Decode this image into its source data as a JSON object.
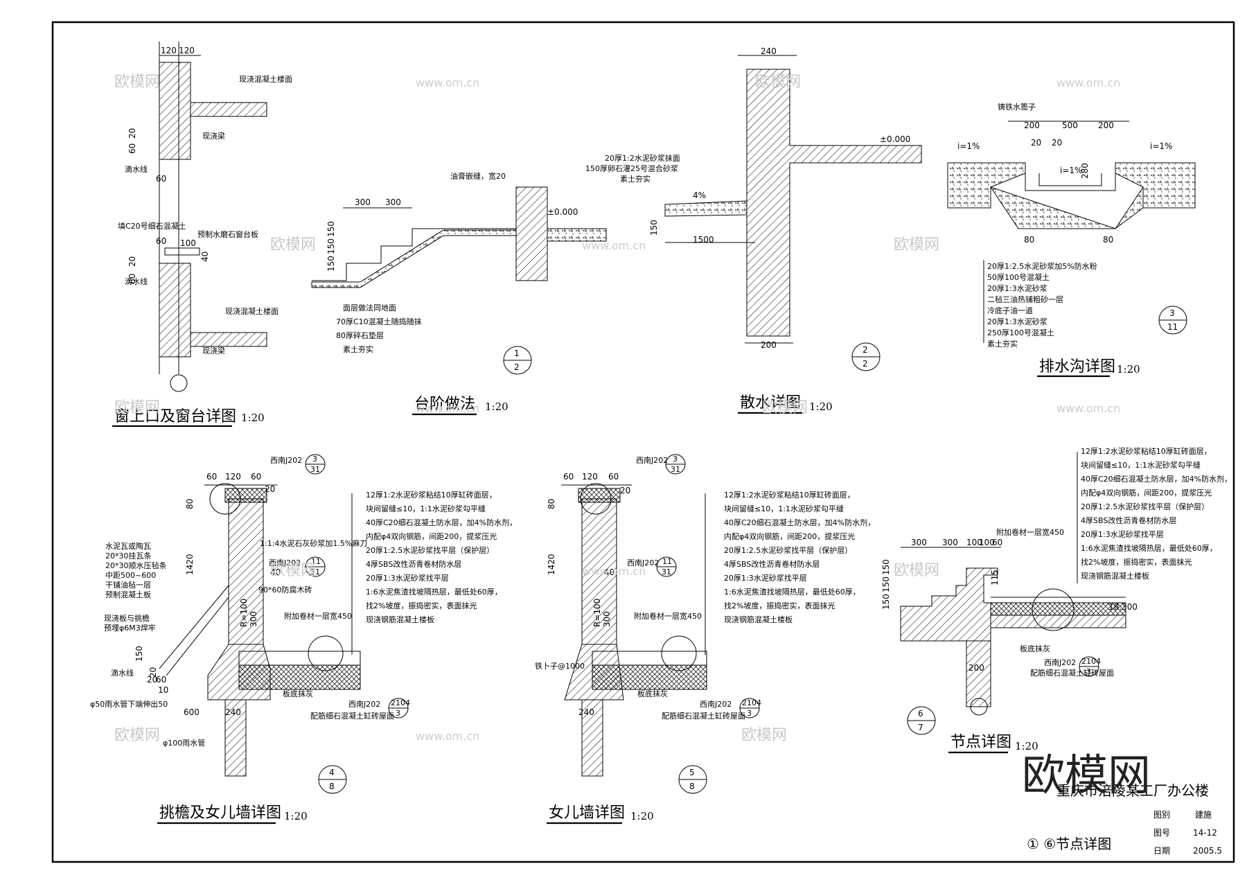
{
  "watermark": {
    "site": "www.om.cn",
    "cn": "欧模网",
    "brand": "欧模网"
  },
  "details": {
    "window": {
      "title": "窗上口及窗台详图",
      "scale": "1:20",
      "dims": [
        "120",
        "120",
        "60",
        "20",
        "60",
        "60",
        "100",
        "20",
        "60",
        "40"
      ],
      "notes": [
        "现浇混凝土楼面",
        "现浇梁",
        "滴水线",
        "填C20号细石混凝土",
        "预制水磨石窗台板",
        "滴水线",
        "现浇混凝土楼面",
        "现浇梁"
      ]
    },
    "steps": {
      "title": "台阶做法",
      "scale": "1:20",
      "sym_top": "1",
      "sym_bottom": "2",
      "dims": [
        "300",
        "300",
        "150",
        "150",
        "150",
        "±0.000"
      ],
      "top_note": "油膏嵌缝，宽20",
      "notes": [
        "面层做法同地面",
        "70厚C10混凝土随捣随抹",
        "80厚碎石垫层",
        "素土夯实"
      ]
    },
    "apron": {
      "title": "散水详图",
      "scale": "1:20",
      "sym_top": "2",
      "sym_bottom": "2",
      "dims": [
        "240",
        "±0.000",
        "4%",
        "150",
        "1500",
        "200"
      ],
      "notes": [
        "20厚1:2水泥砂浆抹面",
        "150厚卵石灌25号混合砂浆",
        "素土夯实"
      ]
    },
    "drain": {
      "title": "排水沟详图",
      "scale": "1:20",
      "sym_top": "3",
      "sym_bottom": "11",
      "top_note": "铸铁水篦子",
      "dims": [
        "200",
        "500",
        "200",
        "20",
        "20",
        "280",
        "i=1%",
        "i=1%",
        "i=1%",
        "80",
        "80"
      ],
      "notes": [
        "20厚1:2.5水泥砂浆加5%防水粉",
        "50厚100号混凝土",
        "20厚1:3水泥砂浆",
        "二毡三油热铺粗砂一层",
        "冷底子油一道",
        "20厚1:3水泥砂浆",
        "250厚100号混凝土",
        "素土夯实"
      ]
    },
    "eave": {
      "title": "挑檐及女儿墙详图",
      "scale": "1:20",
      "sym_top": "4",
      "sym_bottom": "8",
      "dims": [
        "60",
        "120",
        "60",
        "20",
        "80",
        "1420",
        "20",
        "150",
        "20",
        "60",
        "10",
        "600",
        "240",
        "R=100",
        "300",
        "40"
      ],
      "refs": [
        {
          "label": "西南J202",
          "top": "3",
          "bottom": "31"
        },
        {
          "label": "西南J202",
          "top": "11",
          "bottom": "31"
        },
        {
          "label": "西南J202",
          "top": "2104",
          "bottom": "3"
        }
      ],
      "left_notes": [
        "水泥瓦或陶瓦",
        "20*30挂瓦条",
        "20*30顺水压毡条",
        "中距500~600",
        "干铺油毡一层",
        "预制混凝土板",
        "现浇板与挑檐",
        "预埋φ6M3焊牢",
        "滴水线",
        "φ50雨水管下端伸出50",
        "φ100雨水管"
      ],
      "mid_notes": [
        "1:1:4水泥石灰砂浆加1.5%麻刀",
        "90*60防腐木砖",
        "附加卷材一层宽450",
        "板底抹灰",
        "配筋细石混凝土缸砖屋面"
      ],
      "layers": [
        "12厚1:2水泥砂浆粘结10厚缸砖面层，",
        "块间留缝≤10，1:1水泥砂浆勾平缝",
        "40厚C20细石混凝土防水层，加4%防水剂，",
        "内配φ4双向钢筋，间距200，提浆压光",
        "20厚1:2.5水泥砂浆找平层（保护层）",
        "4厚SBS改性沥青卷材防水层",
        "20厚1:3水泥砂浆找平层",
        "1:6水泥焦渣找坡隔热层，最低处60厚，",
        "找2%坡度，振捣密实，表面抹光",
        "现浇钢筋混凝土楼板"
      ]
    },
    "parapet": {
      "title": "女儿墙详图",
      "scale": "1:20",
      "sym_top": "5",
      "sym_bottom": "8",
      "dims": [
        "60",
        "120",
        "60",
        "20",
        "80",
        "1420",
        "R=100",
        "300",
        "40",
        "240"
      ],
      "refs": [
        {
          "label": "西南J202",
          "top": "3",
          "bottom": "31"
        },
        {
          "label": "西南J202",
          "top": "11",
          "bottom": "31"
        },
        {
          "label": "西南J202",
          "top": "2104",
          "bottom": "3"
        }
      ],
      "mid_notes": [
        "附加卷材一层宽450",
        "铁卜子@1000",
        "板底抹灰",
        "配筋细石混凝土缸砖屋面"
      ]
    },
    "node": {
      "title": "节点详图",
      "scale": "1:20",
      "sym_top": "6",
      "sym_bottom": "7",
      "dims": [
        "300",
        "300",
        "100",
        "100",
        "60",
        "150",
        "150",
        "150",
        "115",
        "18.300",
        "200"
      ],
      "mid_notes": [
        "附加卷材一层宽450",
        "板底抹灰",
        "配筋细石混凝土缸砖屋面"
      ],
      "ref": {
        "label": "西南J202",
        "top": "2104",
        "bottom": "3"
      }
    }
  },
  "titleblock": {
    "project": "重庆市涪陵某工厂办公楼",
    "rows": [
      {
        "k": "图别",
        "v": "建施"
      },
      {
        "k": "图号",
        "v": "14-12"
      },
      {
        "k": "日期",
        "v": "2005.5"
      }
    ],
    "sheet_title": "① ⑥节点详图"
  }
}
